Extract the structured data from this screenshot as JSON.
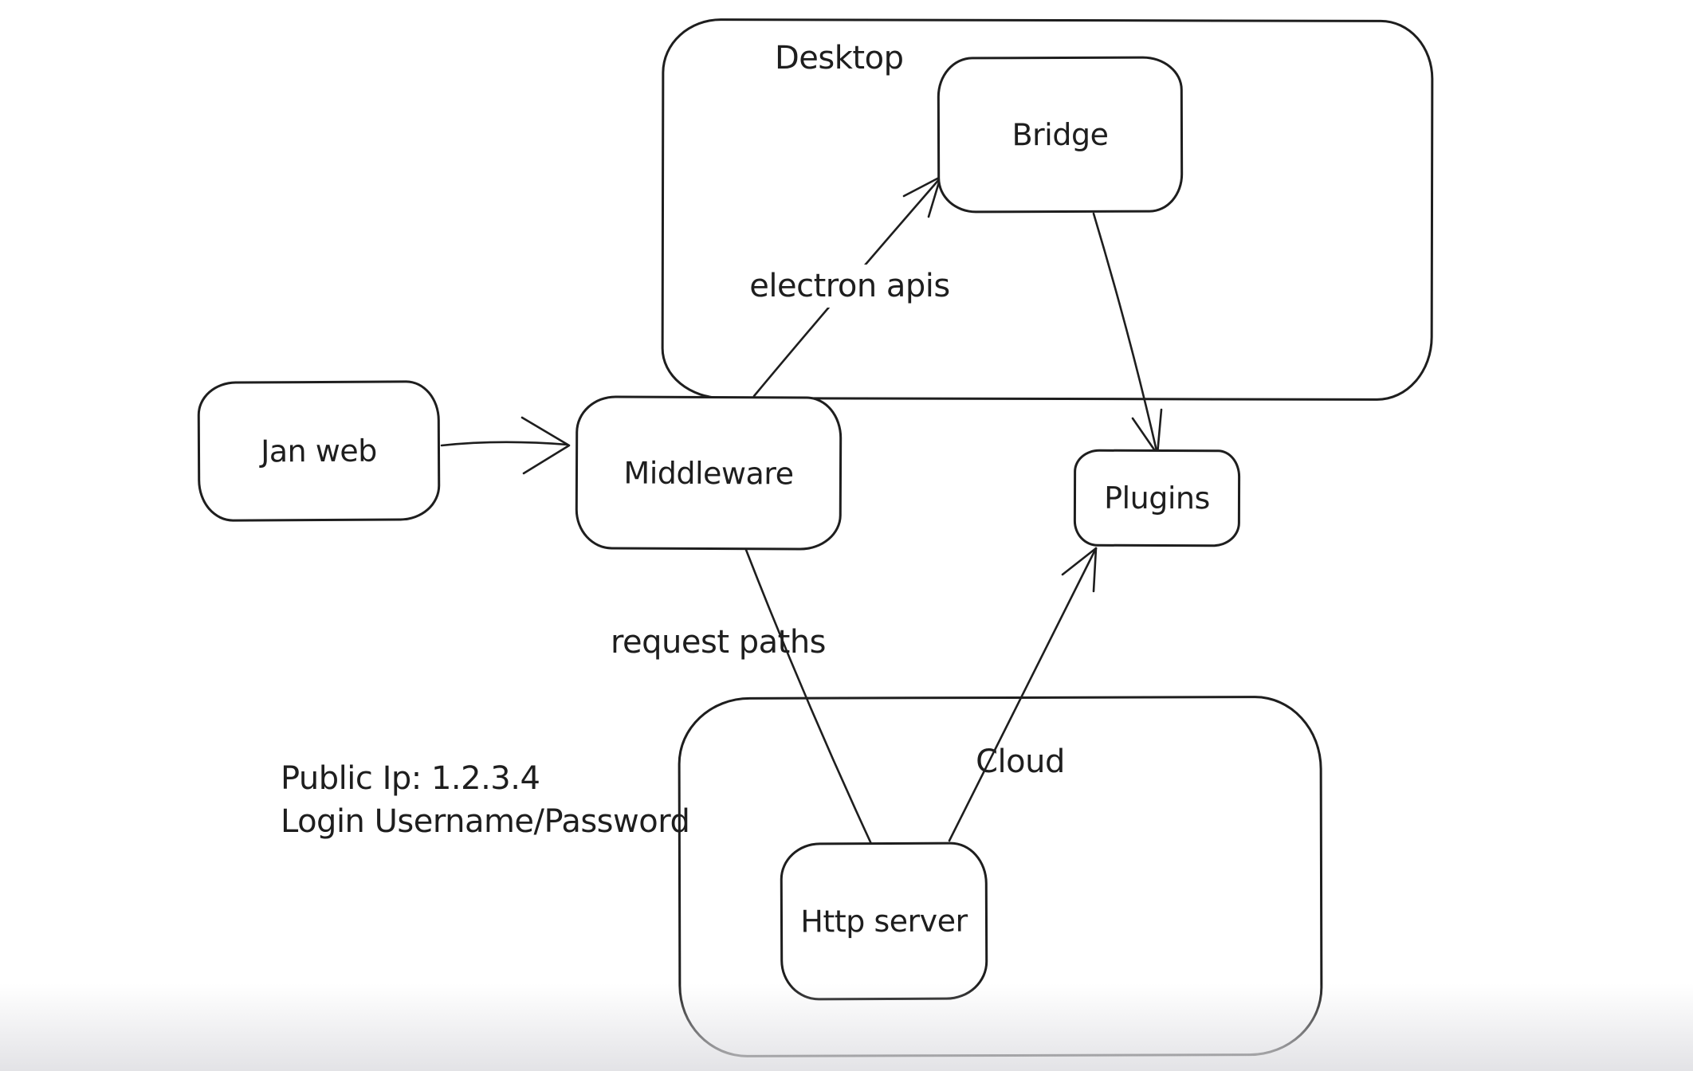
{
  "canvas": {
    "background_color": "#ffffff",
    "stroke_color": "#1e1e1e",
    "bottom_fade_color": "#dededf"
  },
  "containers": [
    {
      "id": "desktop",
      "label": "Desktop"
    },
    {
      "id": "cloud",
      "label": "Cloud"
    }
  ],
  "nodes": [
    {
      "id": "jan-web",
      "label": "Jan web"
    },
    {
      "id": "middleware",
      "label": "Middleware"
    },
    {
      "id": "bridge",
      "label": "Bridge"
    },
    {
      "id": "plugins",
      "label": "Plugins"
    },
    {
      "id": "http-server",
      "label": "Http server"
    }
  ],
  "edges": [
    {
      "from": "Jan web",
      "to": "Middleware",
      "label": "",
      "arrowhead": true
    },
    {
      "from": "Middleware",
      "to": "Bridge",
      "label": "electron apis",
      "arrowhead": true
    },
    {
      "from": "Bridge",
      "to": "Plugins",
      "label": "",
      "arrowhead": true
    },
    {
      "from": "Middleware",
      "to": "Http server",
      "label": "request paths",
      "arrowhead": false
    },
    {
      "from": "Http server",
      "to": "Plugins",
      "label": "",
      "arrowhead": true
    }
  ],
  "annotations": [
    {
      "text": "Public Ip: 1.2.3.4"
    },
    {
      "text": "Login Username/Password"
    }
  ]
}
